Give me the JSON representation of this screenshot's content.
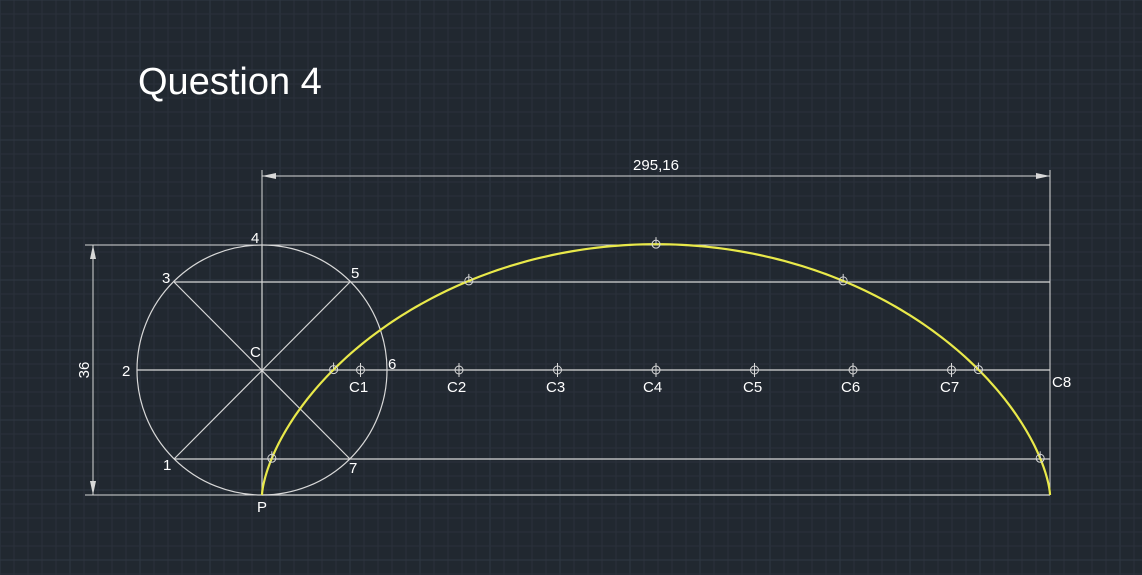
{
  "title": "Question 4",
  "dimensions": {
    "horizontal": "295,16",
    "vertical": "36"
  },
  "circle_labels": {
    "center": "C",
    "p1": "1",
    "p2": "2",
    "p3": "3",
    "p4": "4",
    "p5": "5",
    "p6": "6",
    "p7": "7",
    "start": "P"
  },
  "center_labels": [
    "C1",
    "C2",
    "C3",
    "C4",
    "C5",
    "C6",
    "C7",
    "C8"
  ],
  "colors": {
    "background": "#212830",
    "construction": "#d8d8d8",
    "cycloid": "#e9e94a"
  }
}
